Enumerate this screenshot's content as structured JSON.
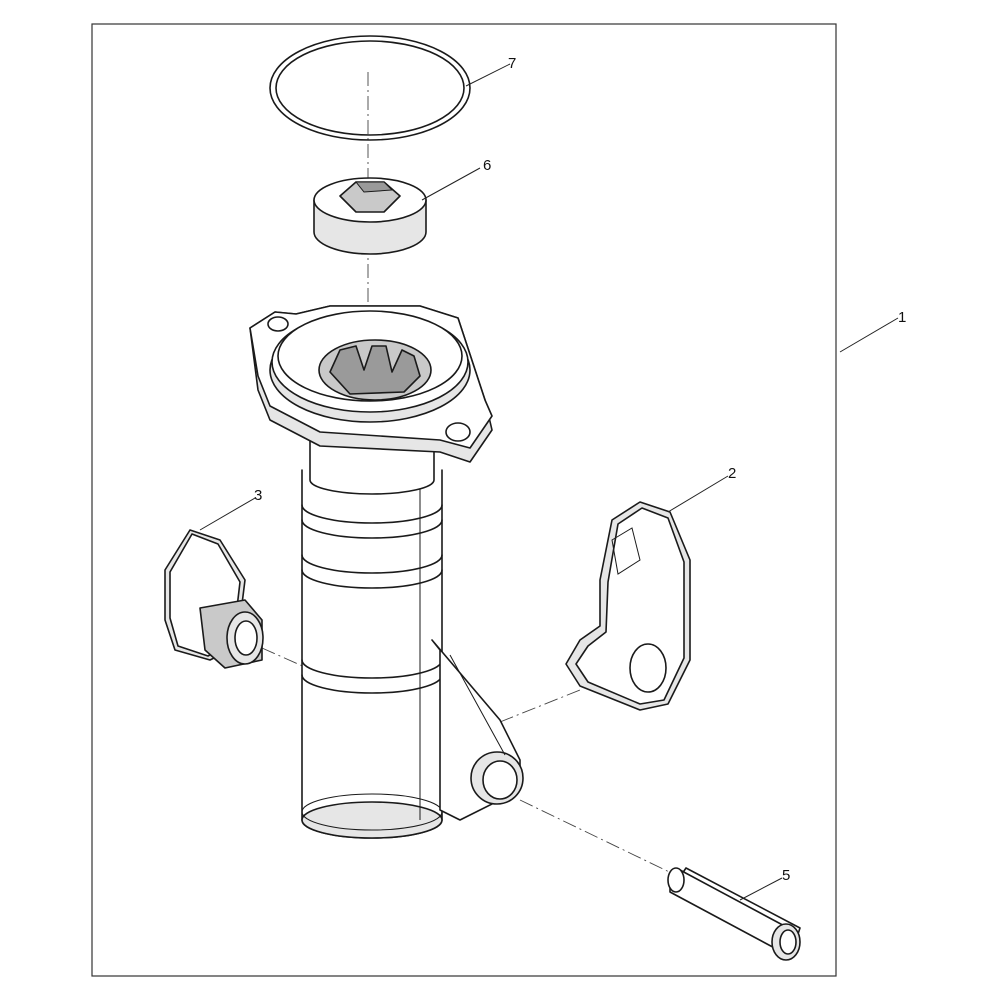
{
  "diagram": {
    "callouts": [
      {
        "id": "1",
        "label": "1"
      },
      {
        "id": "2",
        "label": "2"
      },
      {
        "id": "3",
        "label": "3"
      },
      {
        "id": "5",
        "label": "5"
      },
      {
        "id": "6",
        "label": "6"
      },
      {
        "id": "7",
        "label": "7"
      }
    ]
  },
  "colors": {
    "line": "#1a1a1a",
    "light_fill": "#e6e6e6",
    "mid_fill": "#c9c9c9",
    "dark_fill": "#9a9a9a",
    "background": "#ffffff"
  }
}
